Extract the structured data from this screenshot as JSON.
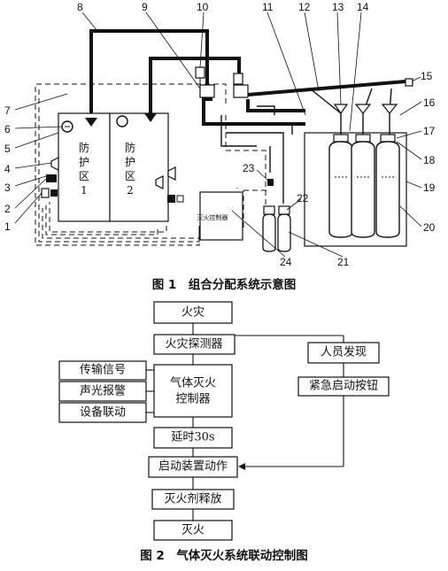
{
  "figure1": {
    "caption": "图 1　组合分配系统示意图",
    "zone1_label": [
      "防",
      "护",
      "区",
      "1"
    ],
    "zone2_label": [
      "防",
      "护",
      "区",
      "2"
    ],
    "controller_label": "灭火控制器",
    "callouts": [
      "1",
      "2",
      "3",
      "4",
      "5",
      "6",
      "7",
      "8",
      "9",
      "10",
      "11",
      "12",
      "13",
      "14",
      "15",
      "16",
      "17",
      "18",
      "19",
      "20",
      "21",
      "22",
      "23",
      "24"
    ]
  },
  "figure2": {
    "caption": "图 2　气体灭火系统联动控制图",
    "nodes": {
      "fire": "火灾",
      "detector": "火灾探测器",
      "controller_line1": "气体灭火",
      "controller_line2": "控制器",
      "delay": "延时30s",
      "actuator": "启动装置动作",
      "release": "灭火剂释放",
      "extinguish": "灭火",
      "person": "人员发现",
      "emergency": "紧急启动按钮",
      "signal": "传输信号",
      "alarm": "声光报警",
      "linkage": "设备联动"
    }
  }
}
